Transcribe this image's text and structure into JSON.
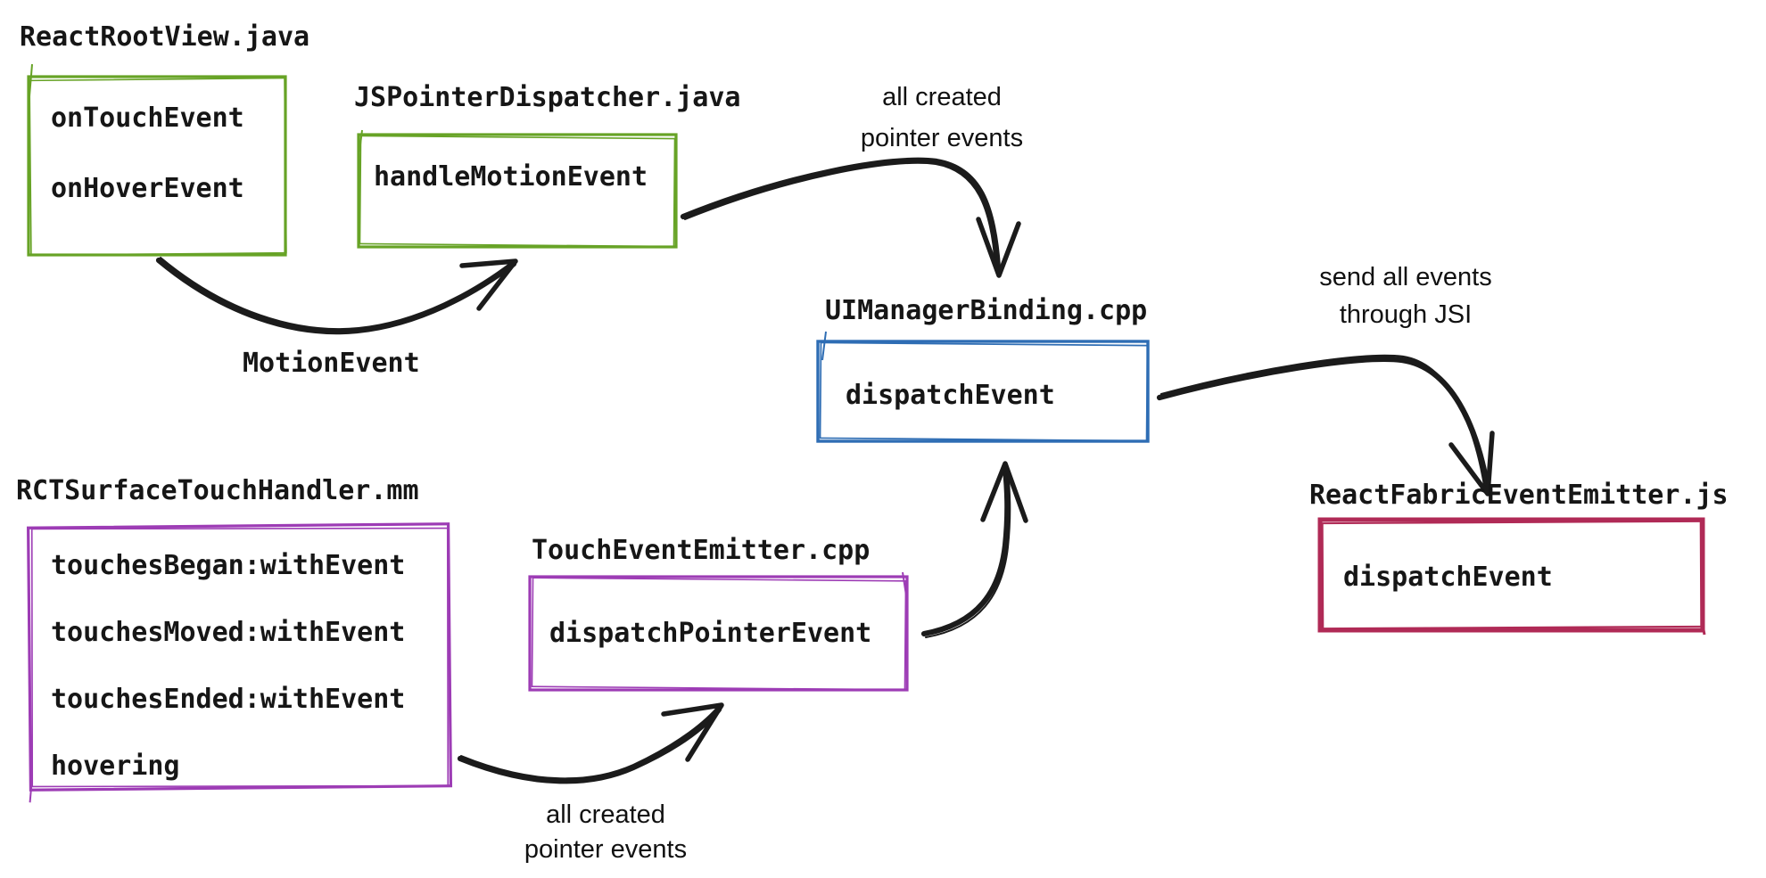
{
  "diagram": {
    "background_color": "#ffffff",
    "colors": {
      "android_green": "#67a326",
      "cpp_blue": "#2e6db4",
      "ios_purple": "#9d3cb5",
      "js_crimson": "#b02a56",
      "arrow_black": "#1b1b1b",
      "text_black": "#161616"
    },
    "nodes": {
      "react_root_view": {
        "file": "ReactRootView.java",
        "methods": [
          "onTouchEvent",
          "onHoverEvent"
        ]
      },
      "js_pointer_dispatcher": {
        "file": "JSPointerDispatcher.java",
        "methods": [
          "handleMotionEvent"
        ]
      },
      "ui_manager_binding": {
        "file": "UIManagerBinding.cpp",
        "methods": [
          "dispatchEvent"
        ]
      },
      "react_fabric_event_emitter": {
        "file": "ReactFabricEventEmitter.js",
        "methods": [
          "dispatchEvent"
        ]
      },
      "rct_surface_touch_handler": {
        "file": "RCTSurfaceTouchHandler.mm",
        "methods": [
          "touchesBegan:withEvent",
          "touchesMoved:withEvent",
          "touchesEnded:withEvent",
          "hovering"
        ]
      },
      "touch_event_emitter": {
        "file": "TouchEventEmitter.cpp",
        "methods": [
          "dispatchPointerEvent"
        ]
      }
    },
    "edge_labels": {
      "motion_event": "MotionEvent",
      "all_created_top_line1": "all created",
      "all_created_top_line2": "pointer events",
      "send_jsi_line1": "send all events",
      "send_jsi_line2": "through JSI",
      "all_created_bottom_line1": "all created",
      "all_created_bottom_line2": "pointer events"
    }
  }
}
